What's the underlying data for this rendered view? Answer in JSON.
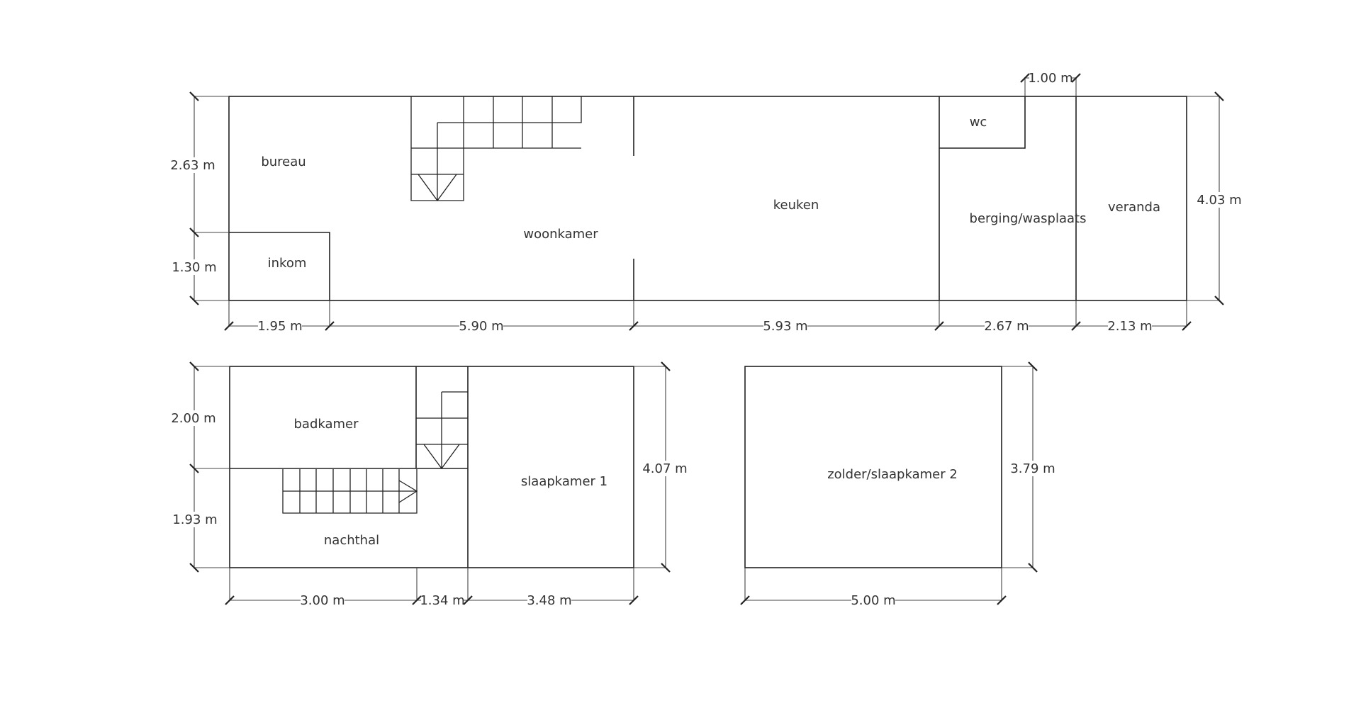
{
  "ground_floor": {
    "rooms": {
      "bureau": "bureau",
      "inkom": "inkom",
      "woonkamer": "woonkamer",
      "keuken": "keuken",
      "wc": "wc",
      "berging": "berging/wasplaats",
      "veranda": "veranda"
    },
    "dimensions": {
      "left_top": "2.63 m",
      "left_bottom": "1.30 m",
      "right": "4.03 m",
      "top_wc": "1.00 m",
      "bottom": [
        "1.95 m",
        "5.90 m",
        "5.93 m",
        "2.67 m",
        "2.13 m"
      ]
    }
  },
  "first_floor": {
    "rooms": {
      "badkamer": "badkamer",
      "nachthal": "nachthal",
      "slaapkamer": "slaapkamer 1"
    },
    "dimensions": {
      "left_top": "2.00 m",
      "left_bottom": "1.93 m",
      "right": "4.07 m",
      "bottom": [
        "3.00 m",
        "1.34 m",
        "3.48 m"
      ]
    }
  },
  "attic": {
    "rooms": {
      "zolder": "zolder/slaapkamer 2"
    },
    "dimensions": {
      "right": "3.79 m",
      "bottom": "5.00 m"
    }
  }
}
